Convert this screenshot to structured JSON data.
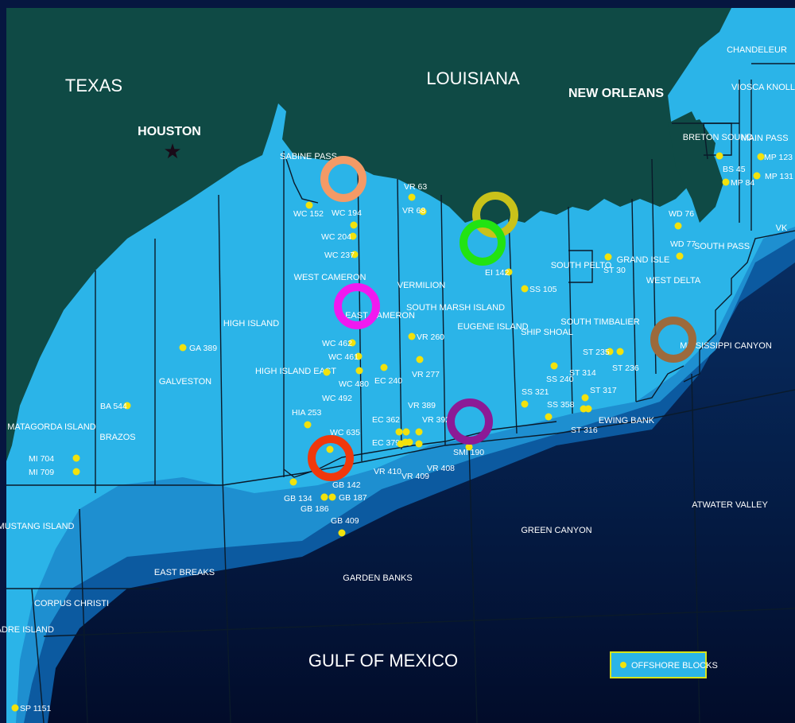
{
  "states": [
    "TEXAS",
    "LOUISIANA"
  ],
  "cities": [
    "HOUSTON",
    "NEW ORLEANS"
  ],
  "water_title": "GULF OF MEXICO",
  "areas": [
    "CHANDELEUR",
    "VIOSCA KNOLL",
    "MAIN PASS",
    "BRETON SOUND",
    "SOUTH PASS",
    "VK",
    "WEST DELTA",
    "GRAND ISLE",
    "SOUTH PELTO",
    "SOUTH TIMBALIER",
    "SHIP SHOAL",
    "EUGENE ISLAND",
    "SOUTH MARSH ISLAND",
    "VERMILION",
    "WEST CAMERON",
    "EAST CAMERON",
    "SABINE PASS",
    "HIGH ISLAND",
    "HIGH ISLAND EAST",
    "GALVESTON",
    "BRAZOS",
    "MATAGORDA ISLAND",
    "MUSTANG ISLAND",
    "CORPUS CHRISTI",
    "PADRE ISLAND",
    "EAST BREAKS",
    "GARDEN BANKS",
    "GREEN CANYON",
    "ATWATER VALLEY",
    "MISSISSIPPI CANYON",
    "EWING BANK"
  ],
  "blocks": [
    "VR 63",
    "VR 68",
    "WC 152",
    "WC 194",
    "WC 204",
    "WC 237",
    "WC 462",
    "WC 461",
    "WC 480",
    "WC 492",
    "WC 635",
    "EC 240",
    "EC 362",
    "EC 379",
    "VR 260",
    "VR 277",
    "VR 389",
    "VR 392",
    "VR 410",
    "VR 409",
    "VR 408",
    "SMI 190",
    "EI 142",
    "SS 105",
    "ST 30",
    "SS 240",
    "SS 321",
    "SS 358",
    "ST 314",
    "ST 317",
    "ST 316",
    "ST 235",
    "ST 236",
    "WD 76",
    "WD 77",
    "BS 45",
    "MP 84",
    "MP 123",
    "MP 131",
    "GA 389",
    "BA 544",
    "MI 704",
    "MI 709",
    "HIA 253",
    "GB 134",
    "GB 142",
    "GB 186",
    "GB 187",
    "GB 409",
    "SP 1151"
  ],
  "legend": {
    "label": "OFFSHORE BLOCKS"
  },
  "colors": {
    "land": "#0f4a45",
    "shelf": "#29b5e8",
    "slope": "#1f8fce",
    "deep": "#0a4f8f",
    "abyss": "#04204d",
    "dot": "#f2e20c",
    "ring_orange": "#f49a66",
    "ring_olive": "#c9c21a",
    "ring_green": "#22e312",
    "ring_magenta": "#f019f0",
    "ring_red": "#f0380c",
    "ring_purple": "#8c1a96",
    "ring_brown": "#9c6a3c"
  },
  "icons": [
    "star-icon"
  ]
}
